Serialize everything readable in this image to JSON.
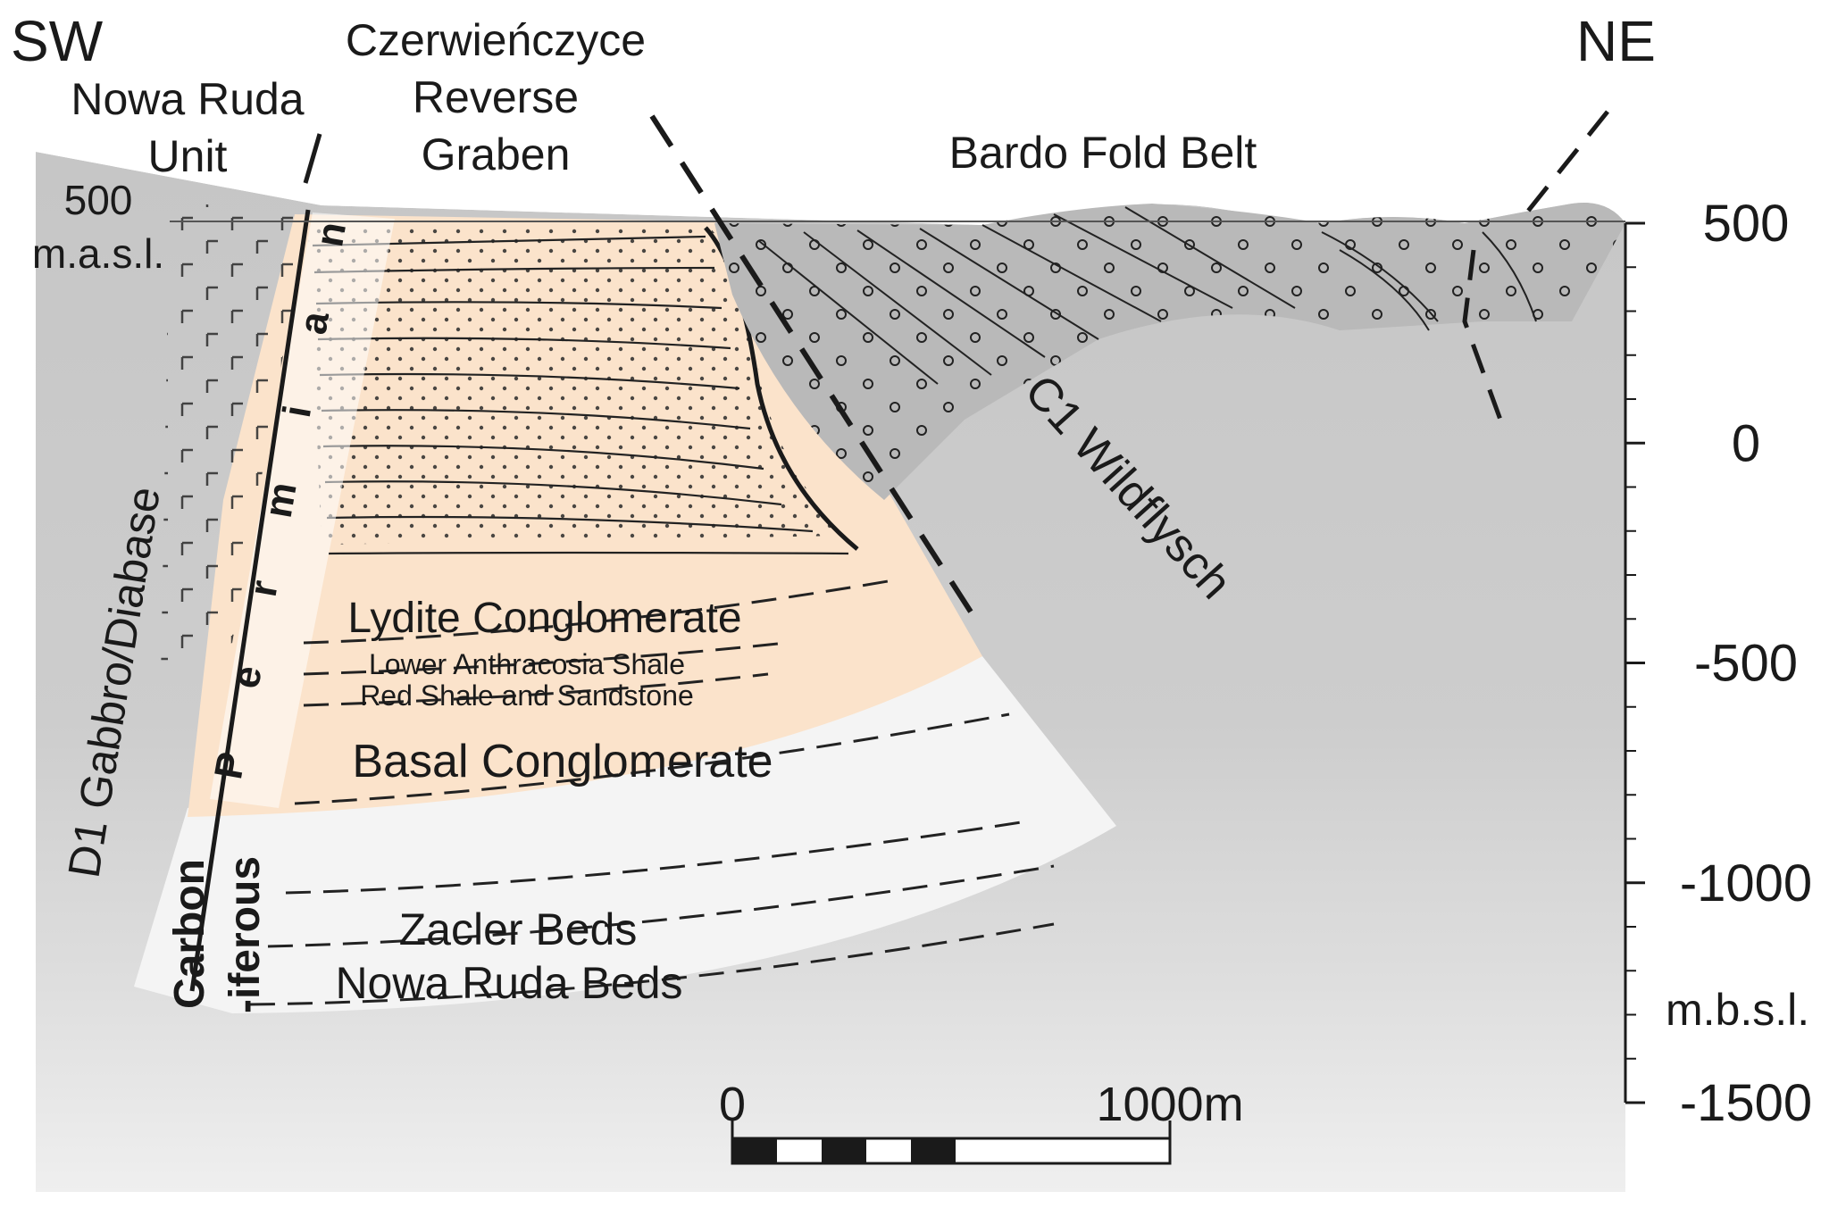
{
  "directions": {
    "left": "SW",
    "right": "NE"
  },
  "units": {
    "nowa_ruda_unit_line1": "Nowa Ruda",
    "nowa_ruda_unit_line2": "Unit",
    "graben_line1": "Czerwieńczyce",
    "graben_line2": "Reverse",
    "graben_line3": "Graben",
    "bardo": "Bardo Fold Belt",
    "wildflysch": "C1 Wildflysch",
    "gabbro": "D1 Gabbro/Diabase",
    "permian_letters": [
      "P",
      "e",
      "r",
      "m",
      "i",
      "a",
      "n"
    ],
    "carboniferous_line1": "Carbon",
    "carboniferous_line2": "-iferous"
  },
  "beds": {
    "lydite": "Lydite Conglomerate",
    "lower_anthracosia": "Lower Anthracosia Shale",
    "red_shale": "Red Shale and Sandstone",
    "basal": "Basal Conglomerate",
    "zacler": "Zacler Beds",
    "nowa_ruda_beds": "Nowa Ruda Beds"
  },
  "left_axis": {
    "value": "500",
    "unit": "m.a.s.l."
  },
  "depth_axis": {
    "ticks": [
      {
        "value": 500,
        "label": "500"
      },
      {
        "value": 0,
        "label": "0"
      },
      {
        "value": -500,
        "label": "-500"
      },
      {
        "value": -1000,
        "label": "-1000"
      },
      {
        "value": -1500,
        "label": "-1500"
      }
    ],
    "unit": "m.b.s.l."
  },
  "scale_bar": {
    "start_label": "0",
    "end_label": "1000m",
    "segments": 5
  },
  "colors": {
    "background_gray": "#c9c9c9",
    "permian_fill": "#fbe3cb",
    "carboniferous_fill": "#f3f3f3",
    "ink": "#1a1a1a"
  }
}
